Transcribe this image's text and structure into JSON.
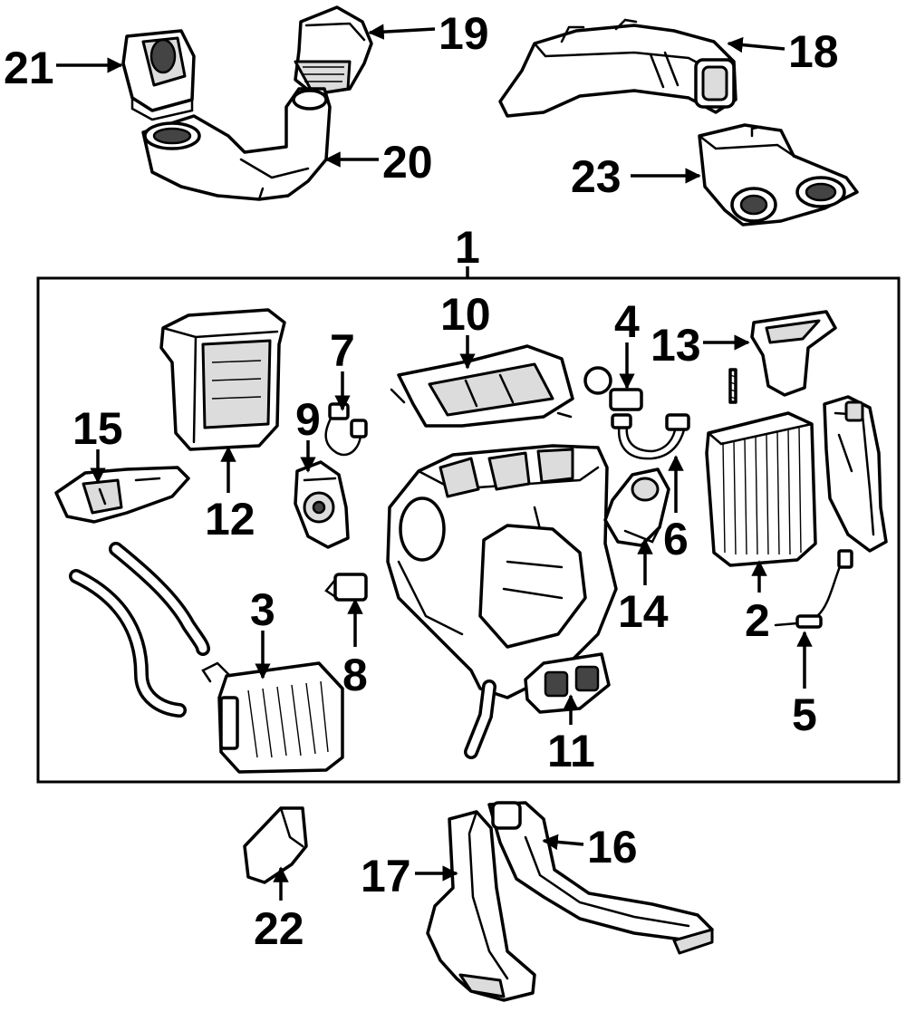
{
  "diagram": {
    "callouts": {
      "c1": "1",
      "c2": "2",
      "c3": "3",
      "c4": "4",
      "c5": "5",
      "c6": "6",
      "c7": "7",
      "c8": "8",
      "c9": "9",
      "c10": "10",
      "c11": "11",
      "c12": "12",
      "c13": "13",
      "c14": "14",
      "c15": "15",
      "c16": "16",
      "c17": "17",
      "c18": "18",
      "c19": "19",
      "c20": "20",
      "c21": "21",
      "c22": "22",
      "c23": "23"
    },
    "colors": {
      "line": "#000000",
      "background": "#ffffff",
      "shading": "#dcdcdc"
    }
  }
}
